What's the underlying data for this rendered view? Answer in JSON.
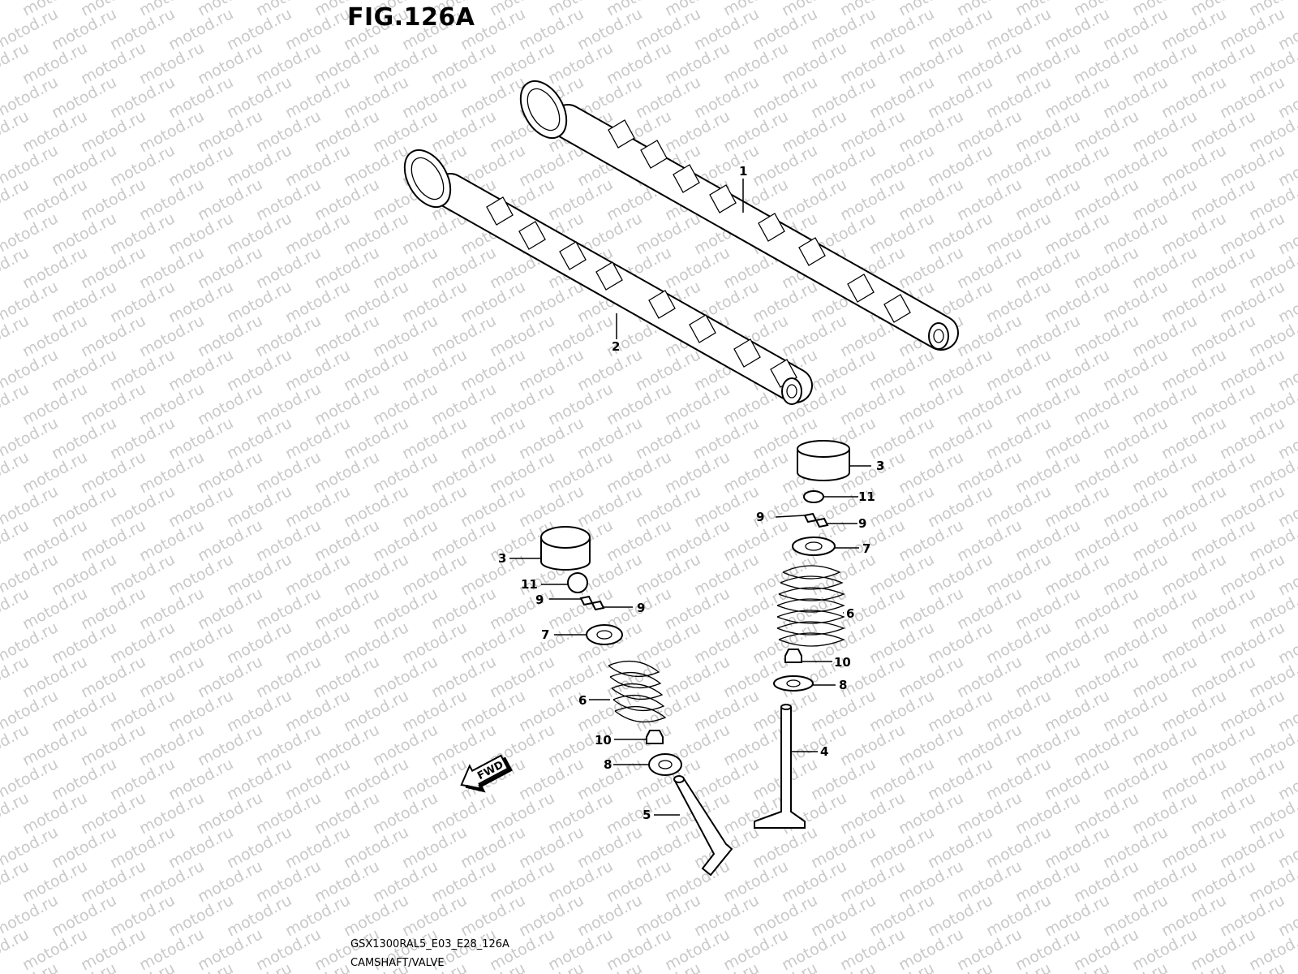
{
  "figure": {
    "title": "FIG.126A",
    "code": "GSX1300RAL5_E03_E28_126A",
    "caption": "CAMSHAFT/VALVE"
  },
  "watermark": {
    "text": "motod.ru",
    "color": "#c9c9c9"
  },
  "direction_arrow": {
    "label": "FWD"
  },
  "callouts": {
    "c1": "1",
    "c2": "2",
    "c3a": "3",
    "c3b": "3",
    "c11a": "11",
    "c11b": "11",
    "c9a": "9",
    "c9b": "9",
    "c9c": "9",
    "c9d": "9",
    "c7a": "7",
    "c7b": "7",
    "c6a": "6",
    "c6b": "6",
    "c10a": "10",
    "c10b": "10",
    "c8a": "8",
    "c8b": "8",
    "c4": "4",
    "c5": "5"
  }
}
